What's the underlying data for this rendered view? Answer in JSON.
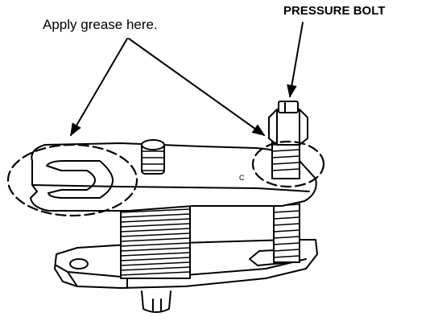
{
  "labels": {
    "grease": "Apply grease here.",
    "pressure_bolt": "PRESSURE BOLT",
    "part_mark": "C"
  },
  "colors": {
    "ink": "#000000",
    "paper": "#ffffff"
  }
}
